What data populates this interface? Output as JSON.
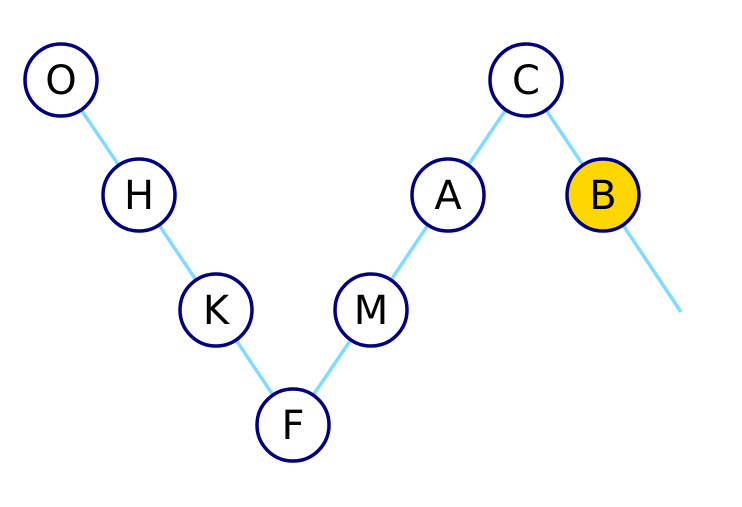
{
  "colors": {
    "edge": "#7fdbff",
    "node_stroke": "#000080",
    "node_fill": "#ffffff",
    "highlight_fill": "#ffd700",
    "label": "#000000"
  },
  "nodes": [
    {
      "id": "O",
      "label": "O",
      "highlighted": false
    },
    {
      "id": "H",
      "label": "H",
      "highlighted": false
    },
    {
      "id": "K",
      "label": "K",
      "highlighted": false
    },
    {
      "id": "F",
      "label": "F",
      "highlighted": false
    },
    {
      "id": "M",
      "label": "M",
      "highlighted": false
    },
    {
      "id": "A",
      "label": "A",
      "highlighted": false
    },
    {
      "id": "C",
      "label": "C",
      "highlighted": false
    },
    {
      "id": "B",
      "label": "B",
      "highlighted": true
    }
  ],
  "edges": [
    {
      "from": "O",
      "to": "H"
    },
    {
      "from": "H",
      "to": "K"
    },
    {
      "from": "K",
      "to": "F"
    },
    {
      "from": "F",
      "to": "M"
    },
    {
      "from": "M",
      "to": "A"
    },
    {
      "from": "A",
      "to": "C"
    },
    {
      "from": "C",
      "to": "B"
    },
    {
      "from": "B",
      "to": null
    }
  ]
}
